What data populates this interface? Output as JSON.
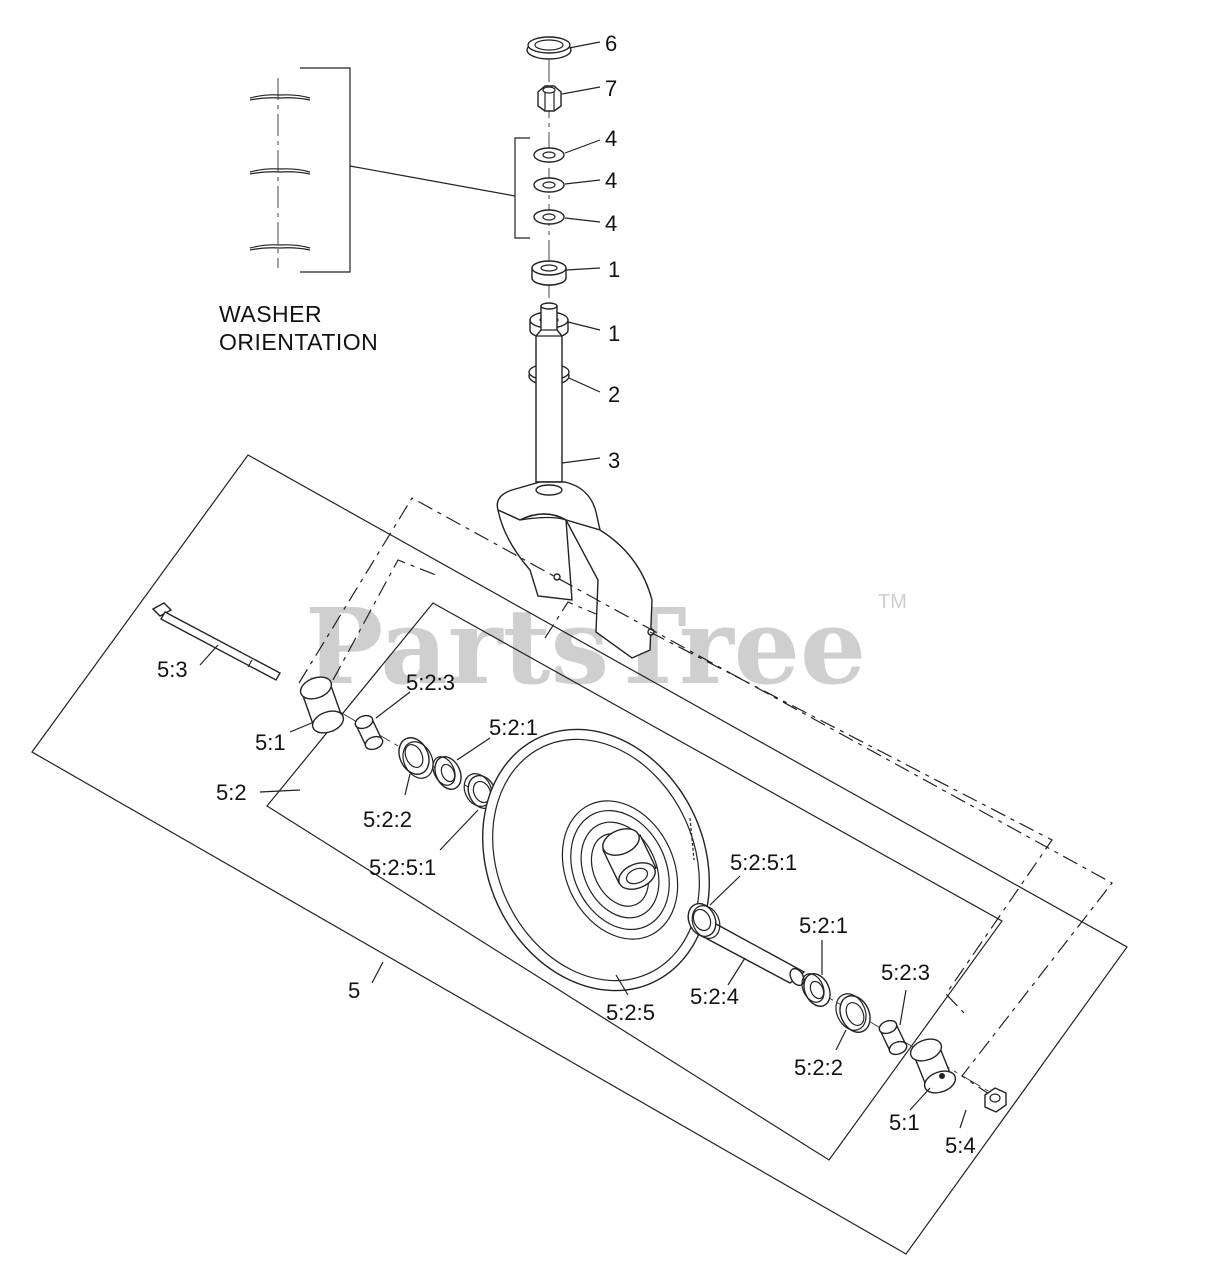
{
  "caption": {
    "line1": "WASHER",
    "line2": "ORIENTATION"
  },
  "watermark": {
    "text": "PartsTree",
    "trademark": "TM"
  },
  "callouts": {
    "c6": "6",
    "c7": "7",
    "c4a": "4",
    "c4b": "4",
    "c4c": "4",
    "c1a": "1",
    "c1b": "1",
    "c2": "2",
    "c3": "3",
    "c5_3": "5:3",
    "c5_1_left": "5:1",
    "c5_2_3_left": "5:2:3",
    "c5_2_1_left": "5:2:1",
    "c5_2": "5:2",
    "c5_2_2_left": "5:2:2",
    "c5_2_5_1_left": "5:2:5:1",
    "c5_2_5_1_right": "5:2:5:1",
    "c5_2_1_right": "5:2:1",
    "c5_2_3_right": "5:2:3",
    "c5": "5",
    "c5_2_4": "5:2:4",
    "c5_2_5": "5:2:5",
    "c5_2_2_right": "5:2:2",
    "c5_1_right": "5:1",
    "c5_4": "5:4"
  }
}
